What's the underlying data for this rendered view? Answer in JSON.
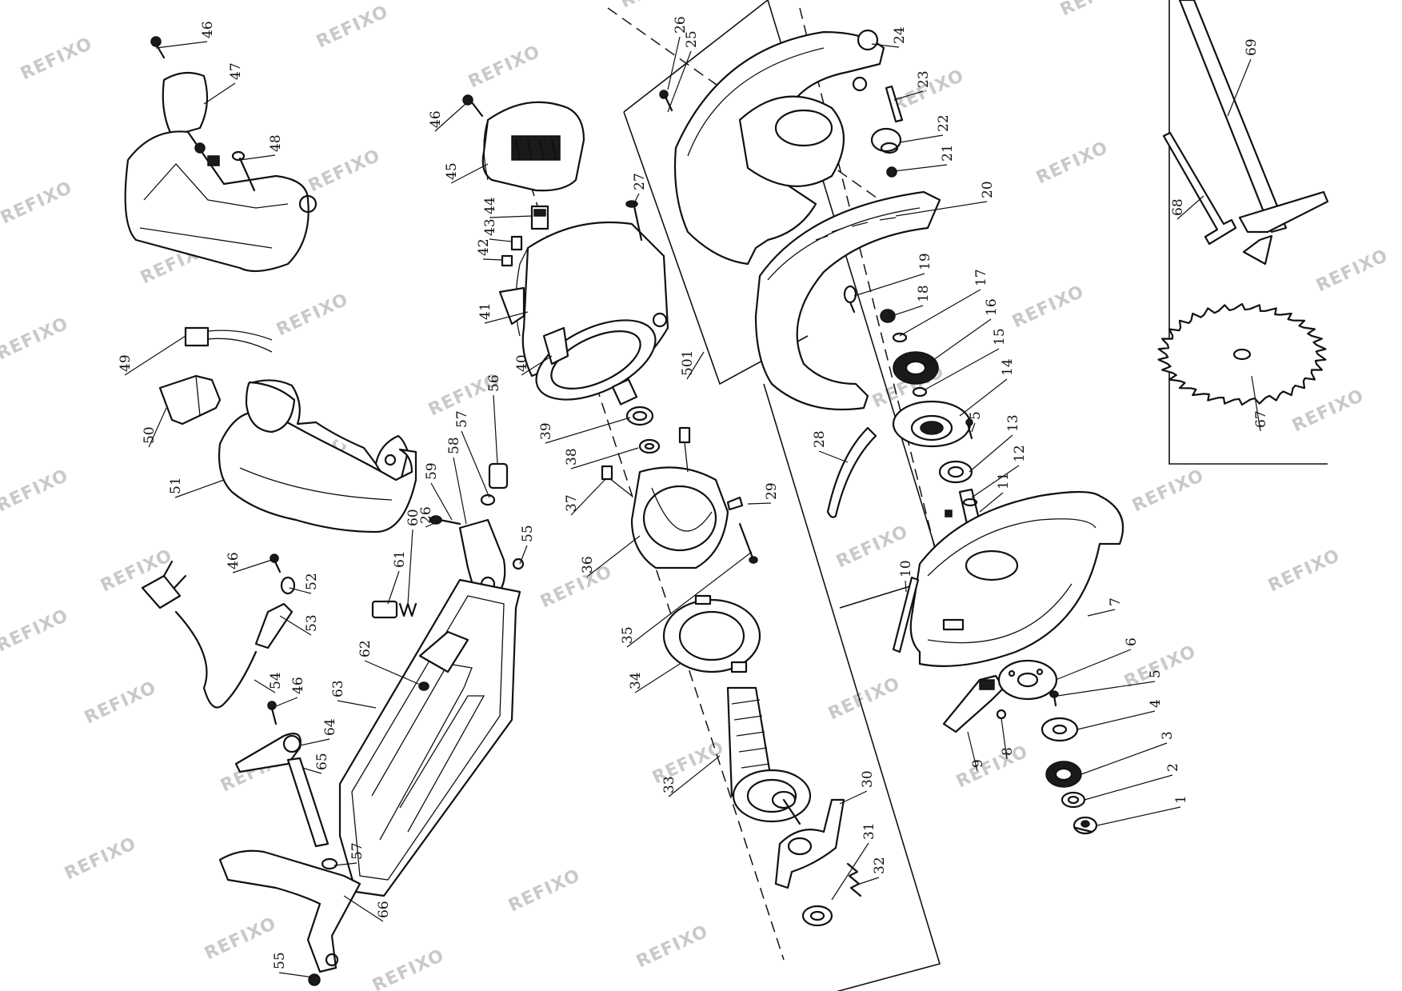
{
  "watermark": "REFIXO",
  "watermark_color": "#c9c9c9",
  "part_labels": [
    "1",
    "2",
    "3",
    "4",
    "5",
    "5",
    "6",
    "7",
    "8",
    "9",
    "10",
    "11",
    "12",
    "13",
    "14",
    "15",
    "16",
    "17",
    "18",
    "19",
    "20",
    "21",
    "22",
    "23",
    "24",
    "25",
    "26",
    "26",
    "27",
    "28",
    "29",
    "30",
    "31",
    "32",
    "33",
    "34",
    "35",
    "36",
    "37",
    "38",
    "39",
    "40",
    "41",
    "42",
    "43",
    "44",
    "45",
    "46",
    "46",
    "46",
    "46",
    "47",
    "48",
    "49",
    "50",
    "51",
    "52",
    "53",
    "54",
    "55",
    "55",
    "56",
    "57",
    "57",
    "58",
    "59",
    "60",
    "61",
    "62",
    "63",
    "64",
    "65",
    "66",
    "67",
    "68",
    "69",
    "501"
  ]
}
